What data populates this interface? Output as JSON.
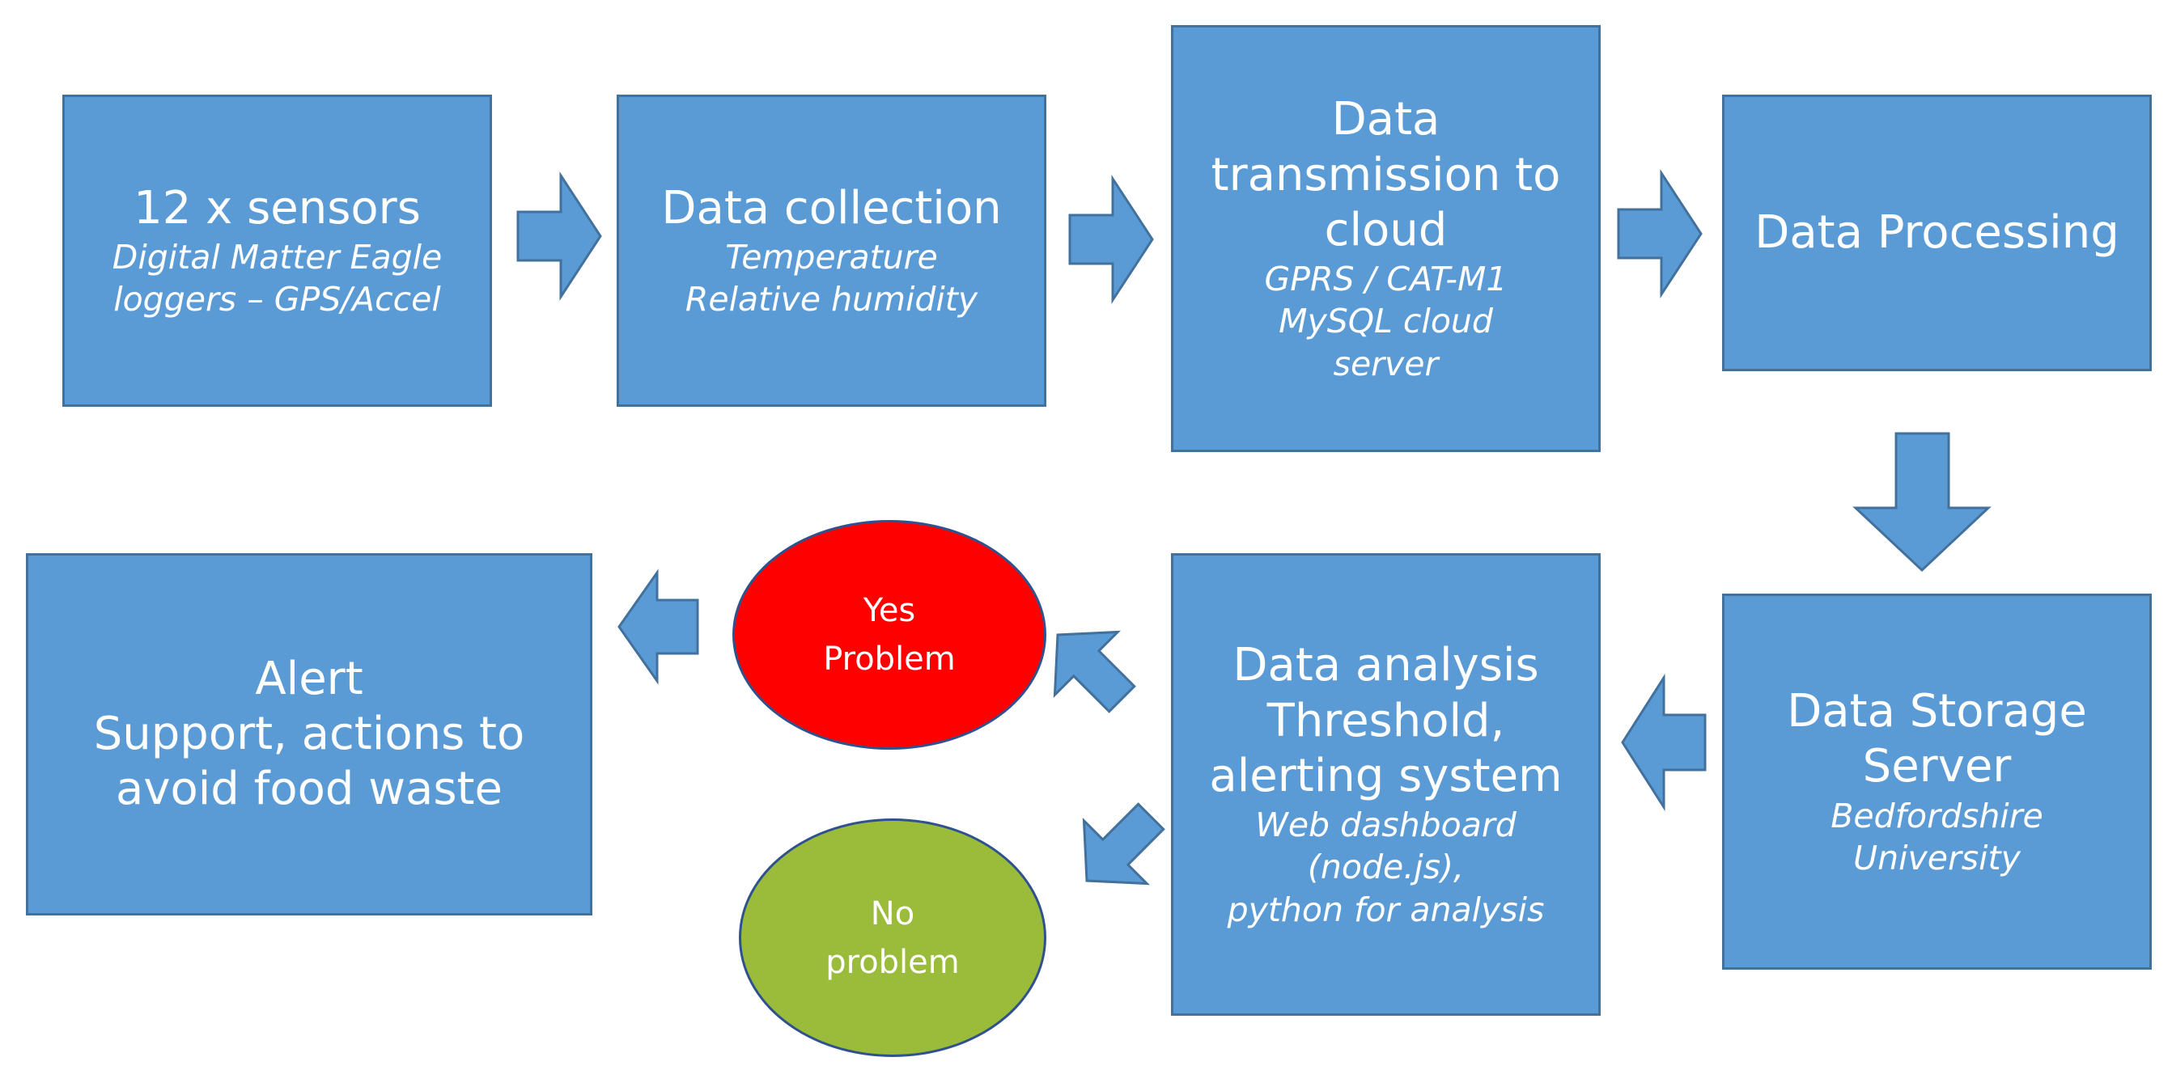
{
  "colors": {
    "box_fill": "#5b9bd5",
    "box_border": "#41719c",
    "yes_fill": "#ff0000",
    "no_fill": "#9bbb3b",
    "text": "#ffffff"
  },
  "boxes": {
    "sensors": {
      "title": "12 x sensors",
      "sub_1": "Digital Matter Eagle",
      "sub_2": "loggers – GPS/Accel"
    },
    "collection": {
      "title": "Data collection",
      "sub_1": "Temperature",
      "sub_2": "Relative humidity"
    },
    "transmission": {
      "title_1": "Data",
      "title_2": "transmission to",
      "title_3": "cloud",
      "sub_1": "GPRS / CAT-M1",
      "sub_2": "MySQL cloud",
      "sub_3": "server"
    },
    "processing": {
      "title": "Data Processing"
    },
    "storage": {
      "title_1": "Data Storage",
      "title_2": "Server",
      "sub_1": "Bedfordshire",
      "sub_2": "University"
    },
    "analysis": {
      "title_1": "Data analysis",
      "title_2": "Threshold,",
      "title_3": "alerting system",
      "sub_1": "Web dashboard",
      "sub_2": "(node.js),",
      "sub_3": "python for analysis"
    },
    "alert": {
      "title_1": "Alert",
      "title_2": "Support, actions to",
      "title_3": "avoid food waste"
    }
  },
  "decisions": {
    "yes": {
      "line_1": "Yes",
      "line_2": "Problem"
    },
    "no": {
      "line_1": "No",
      "line_2": "problem"
    }
  }
}
